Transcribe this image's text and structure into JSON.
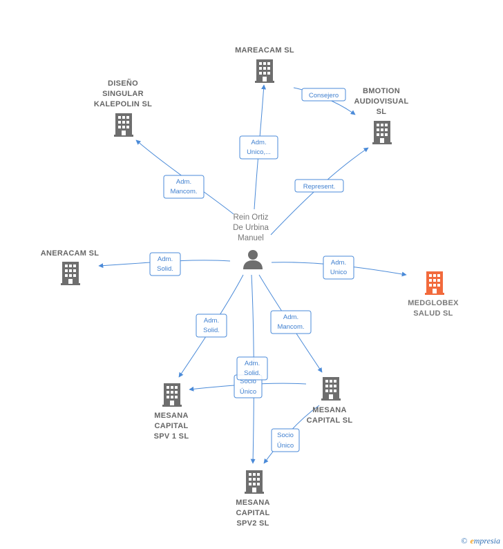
{
  "colors": {
    "edge": "#4a8ad8",
    "building": "#6e6e6e",
    "highlight": "#f26a3c"
  },
  "person": {
    "lines": [
      "Rein Ortiz",
      "De Urbina",
      "Manuel"
    ]
  },
  "companies": {
    "mareacam": {
      "lines": [
        "MAREACAM  SL"
      ]
    },
    "bmotion": {
      "lines": [
        "BMOTION",
        "AUDIOVISUAL",
        "SL"
      ]
    },
    "diseno": {
      "lines": [
        "DISEÑO",
        "SINGULAR",
        "KALEPOLIN  SL"
      ]
    },
    "aneracam": {
      "lines": [
        "ANERACAM  SL"
      ]
    },
    "medglobex": {
      "lines": [
        "MEDGLOBEX",
        "SALUD  SL"
      ],
      "highlighted": true
    },
    "mesana_spv1": {
      "lines": [
        "MESANA",
        "CAPITAL",
        "SPV 1  SL"
      ]
    },
    "mesana_capital": {
      "lines": [
        "MESANA",
        "CAPITAL  SL"
      ]
    },
    "mesana_spv2": {
      "lines": [
        "MESANA",
        "CAPITAL",
        "SPV2  SL"
      ]
    }
  },
  "edges": {
    "adm_unico_mareacam": {
      "lines": [
        "Adm.",
        "Unico,..."
      ]
    },
    "consejero": {
      "lines": [
        "Consejero"
      ]
    },
    "represent": {
      "lines": [
        "Represent."
      ]
    },
    "adm_mancom_diseno": {
      "lines": [
        "Adm.",
        "Mancom."
      ]
    },
    "adm_solid_aneracam": {
      "lines": [
        "Adm.",
        "Solid."
      ]
    },
    "adm_unico_medglobex": {
      "lines": [
        "Adm.",
        "Unico"
      ]
    },
    "adm_solid_spv1": {
      "lines": [
        "Adm.",
        "Solid."
      ]
    },
    "adm_mancom_mesana": {
      "lines": [
        "Adm.",
        "Mancom."
      ]
    },
    "adm_solid_spv2": {
      "lines": [
        "Adm.",
        "Solid."
      ]
    },
    "socio_unico_spv1": {
      "lines": [
        "Socio",
        "Único"
      ]
    },
    "socio_unico_spv2": {
      "lines": [
        "Socio",
        "Único"
      ]
    }
  },
  "watermark": {
    "copyright": "©",
    "brand_initial": "e",
    "brand_rest": "mpresia"
  }
}
